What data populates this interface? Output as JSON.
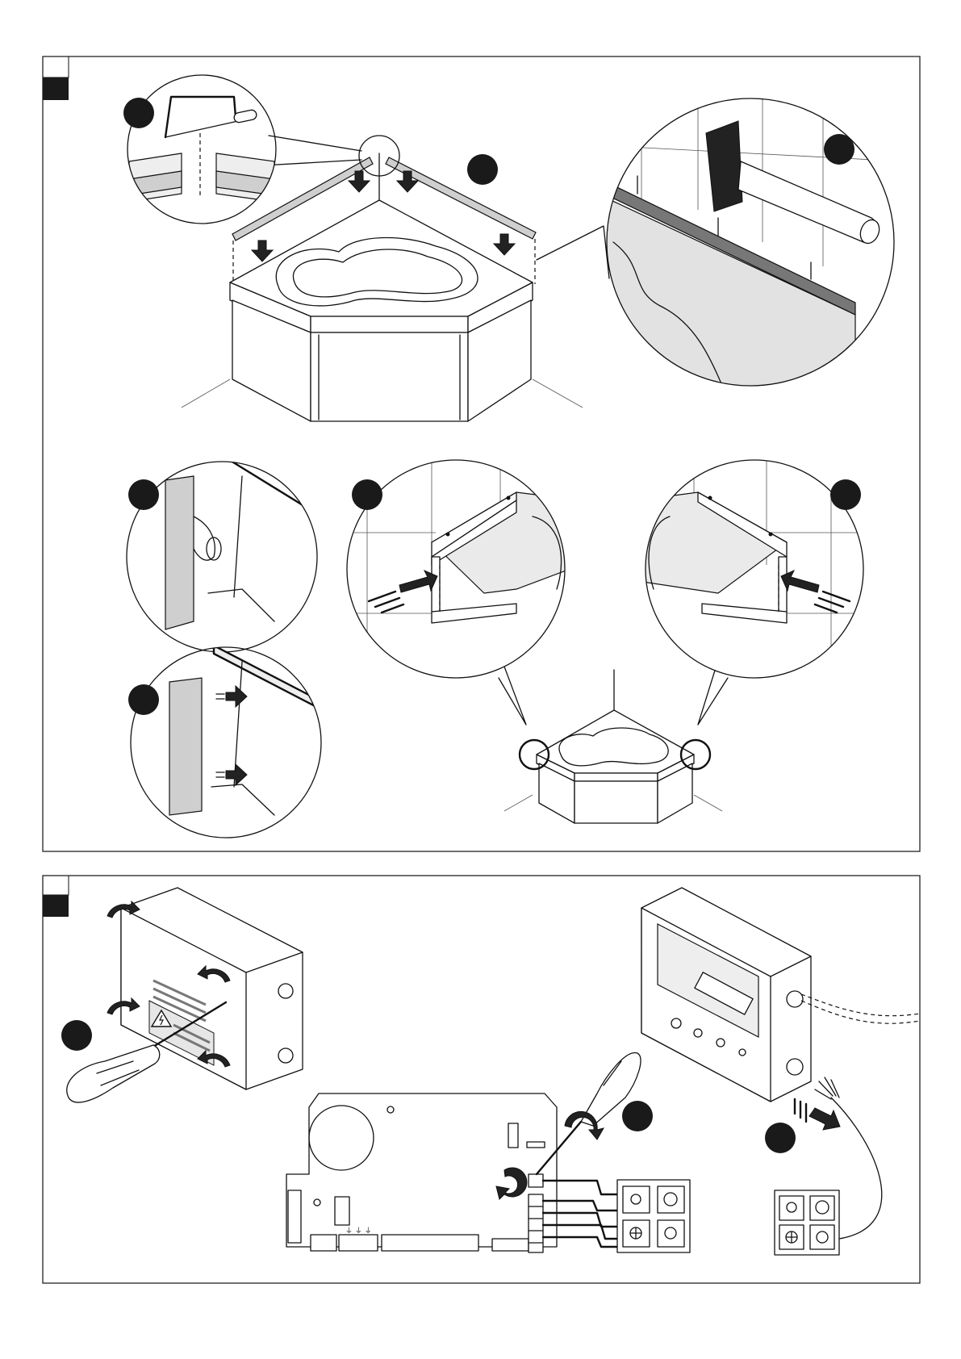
{
  "figures": [
    {
      "id": "panel-1",
      "steps": [
        "cut-profile-to-size",
        "position-profile",
        "nail-profile",
        "fit-end-cap",
        "press-end-cap",
        "insert-left-end",
        "insert-right-end"
      ]
    },
    {
      "id": "panel-2",
      "steps": [
        "unscrew-cover",
        "loosen-terminal-screw",
        "connect-cable"
      ]
    }
  ],
  "icons": [
    "hacksaw-icon",
    "hammer-icon",
    "screwdriver-icon",
    "rotate-arrow-icon",
    "push-arrow-icon",
    "hazard-warning-icon"
  ],
  "colors": {
    "ink": "#111111",
    "marker": "#1a1a1a",
    "shade": "#cfcfcf"
  }
}
